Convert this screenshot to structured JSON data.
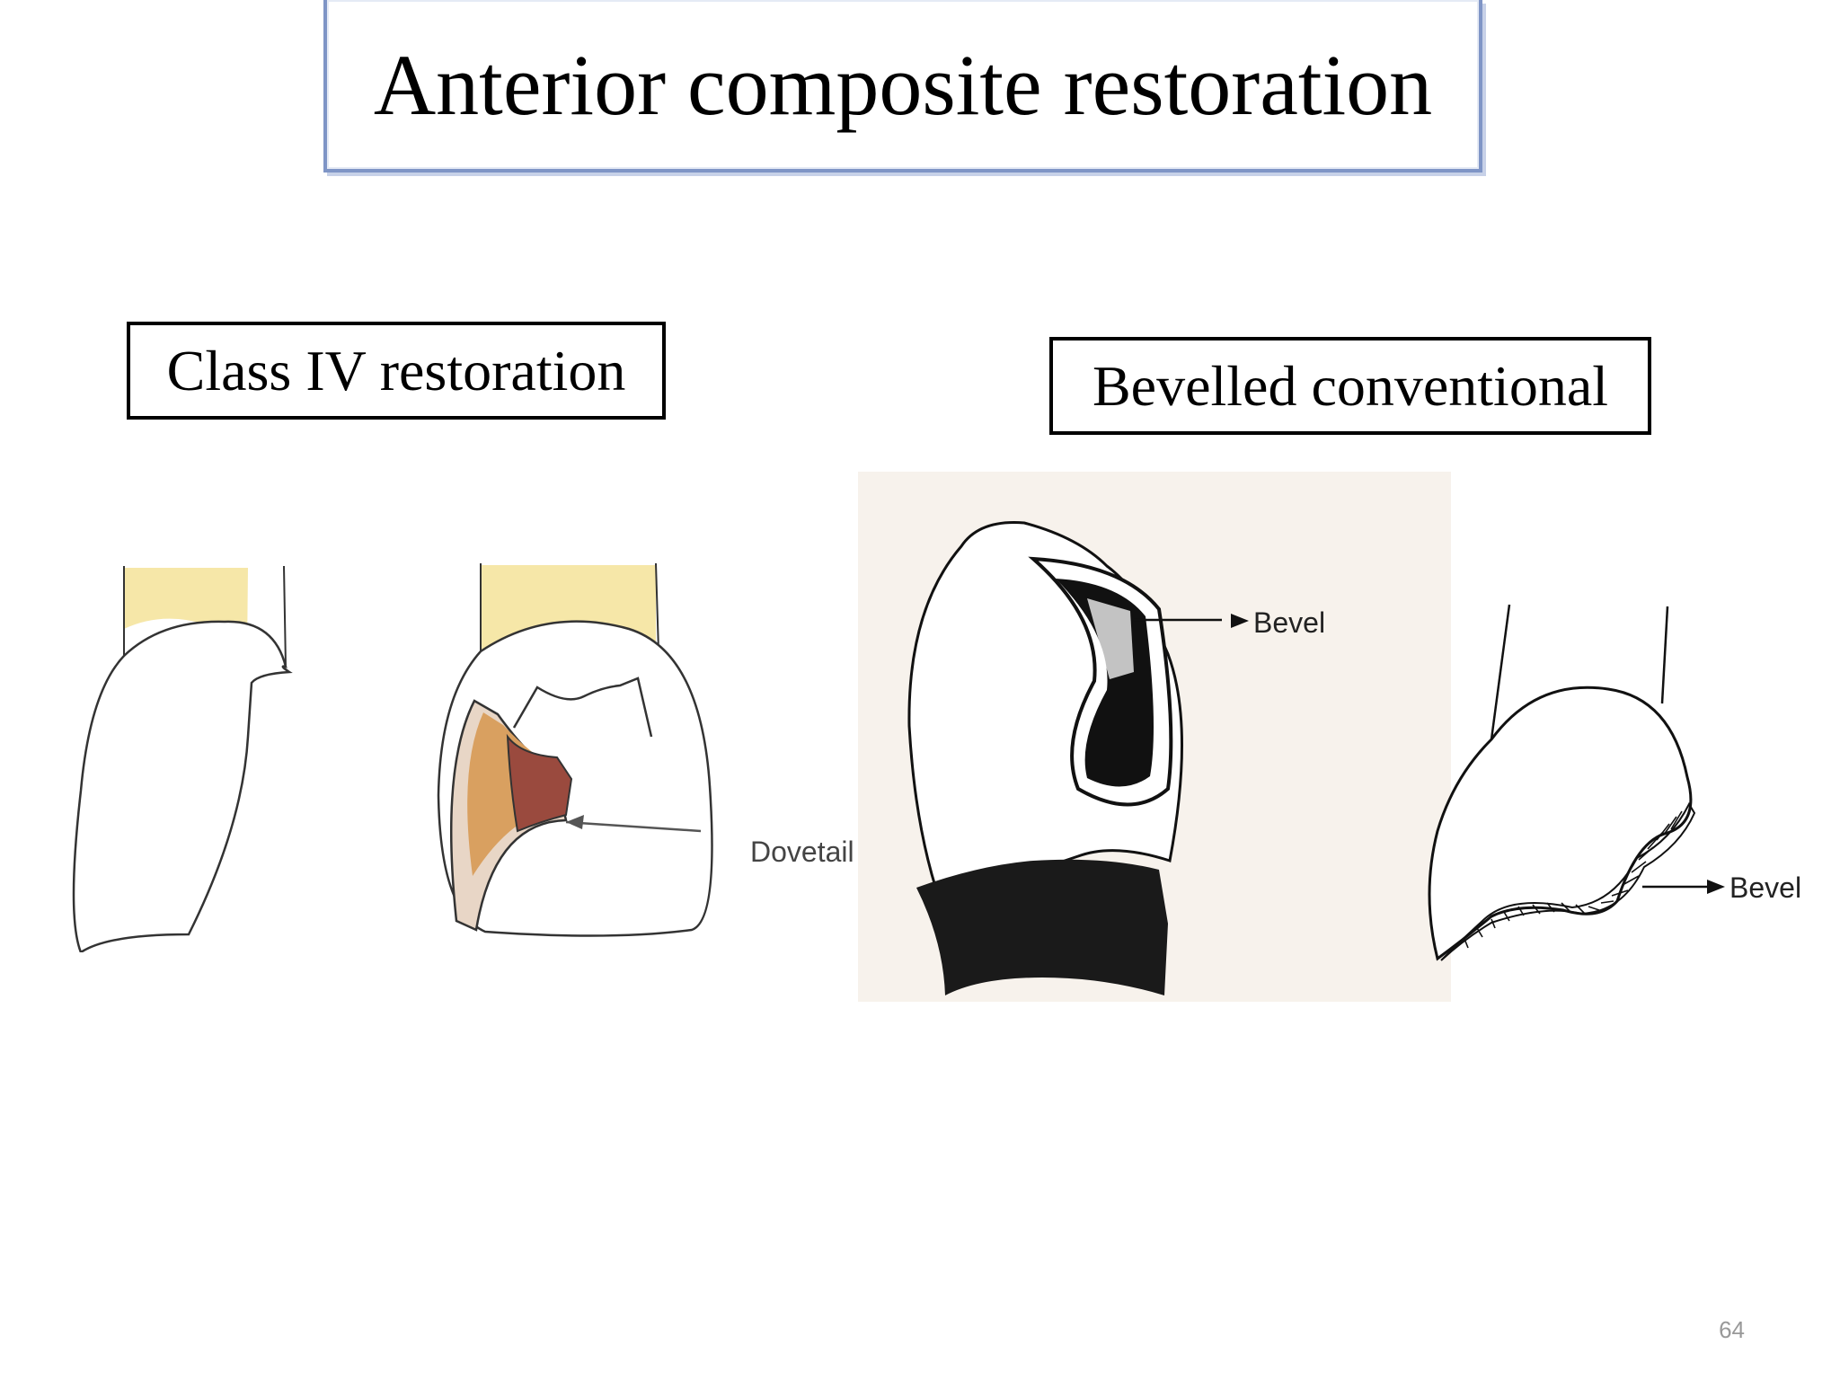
{
  "slide": {
    "title": "Anterior composite restoration",
    "page_number": "64"
  },
  "panels": {
    "left": {
      "label": "Class IV restoration",
      "callout": "Dovetail"
    },
    "right": {
      "label": "Bevelled conventional",
      "callout_a": "Bevel",
      "callout_b": "Bevel"
    }
  },
  "colors": {
    "title_border": "#7f95c6",
    "root": "#f6e7a8",
    "cavity_wall": "#d9a060",
    "cavity_floor": "#9a4a3e",
    "ink": "#1a1a1a"
  }
}
